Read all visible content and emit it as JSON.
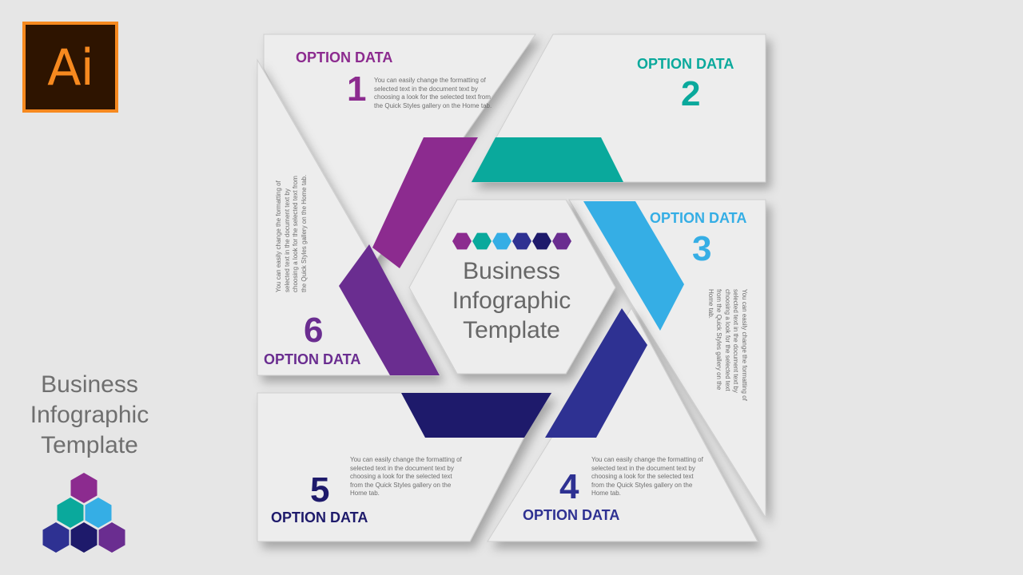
{
  "logo": {
    "text": "Ai",
    "border_color": "#f6891f",
    "bg_color": "#2e1400"
  },
  "side_title": {
    "lines": [
      "Business",
      "Infographic",
      "Template"
    ]
  },
  "center_title": {
    "lines": [
      "Business",
      "Infographic",
      "Template"
    ]
  },
  "colors": {
    "purple": "#8c2b8f",
    "teal": "#0aa99c",
    "sky": "#35aee5",
    "navy": "#2e3192",
    "dark_navy": "#1e1a6b",
    "violet": "#6a2d90"
  },
  "options": [
    {
      "number": "1",
      "label": "OPTION DATA",
      "color": "#8c2b8f",
      "body": "You can easily change the formatting of selected text in the document text by choosing a look for the selected text from the Quick Styles gallery on the Home tab."
    },
    {
      "number": "2",
      "label": "OPTION DATA",
      "color": "#0aa99c"
    },
    {
      "number": "3",
      "label": "OPTION DATA",
      "color": "#35aee5",
      "body": "You can easily change the formatting of selected text in the document text by choosing a look for the selected text from the Quick Styles gallery on the Home tab."
    },
    {
      "number": "4",
      "label": "OPTION DATA",
      "color": "#2e3192",
      "body": "You can easily change the formatting of selected text in the document text by choosing a look for the selected text from the Quick Styles gallery on the Home tab."
    },
    {
      "number": "5",
      "label": "OPTION DATA",
      "color": "#1e1a6b",
      "body": "You can easily change the formatting of selected text in the document text by choosing a look for the selected text from the Quick Styles gallery on the Home tab."
    },
    {
      "number": "6",
      "label": "OPTION DATA",
      "color": "#6a2d90",
      "body": "You can easily change the formatting of selected text in the document text by choosing a look for the selected text from the Quick Styles gallery on the Home tab."
    }
  ]
}
